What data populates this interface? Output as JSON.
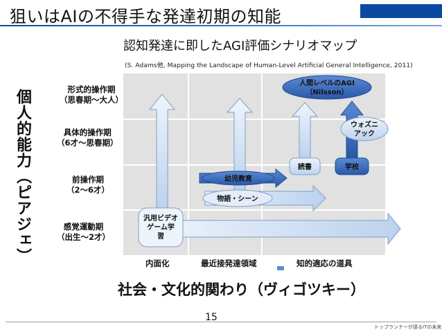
{
  "slide": {
    "title": "狙いはAIの不得手な発達初期の知能",
    "subtitle": "認知発達に即したAGI評価シナリオマップ",
    "citation": "(S. Adams他,  Mapping the Landscape of Human-Level Artificial General Intelligence, 2011)",
    "page_number": "15",
    "footer": "トップランナーが語るITの未来"
  },
  "y_axis": {
    "title": "個人的能力（ピアジェ）",
    "stages": [
      {
        "line1": "形式的操作期",
        "line2": "（思春期〜大人）"
      },
      {
        "line1": "具体的操作期",
        "line2": "（6才〜思春期）"
      },
      {
        "line1": "前操作期",
        "line2": "（2〜6才）"
      },
      {
        "line1": "感覚運動期",
        "line2": "（出生〜2才）"
      }
    ]
  },
  "x_axis": {
    "title": "社会・文化的関わり（ヴィゴツキー）",
    "labels": [
      "内面化",
      "最近接発達領域",
      "知的適応の道具"
    ]
  },
  "nodes": {
    "human_agi": {
      "line1": "人間レベルのAGI",
      "line2": "（Nilsson）"
    },
    "video_game": {
      "line1": "汎用ビデオ",
      "line2": "ゲーム学",
      "line3": "習"
    },
    "preschool": "幼児教育",
    "story": "物語・シーン",
    "reading": "読書",
    "school": "学校",
    "wozniak": {
      "line1": "ウォズニ",
      "line2": "アック"
    }
  },
  "colors": {
    "title_rule": "#0a4aa3",
    "grid_bg": "#e1e1e1",
    "grid_line": "#ffffff",
    "light_arrow": "#cfdff2",
    "light_arrow_stroke": "#7f9fc6",
    "dark_box": "#2d5faf",
    "dark_arrow": "#3a6ac0"
  }
}
